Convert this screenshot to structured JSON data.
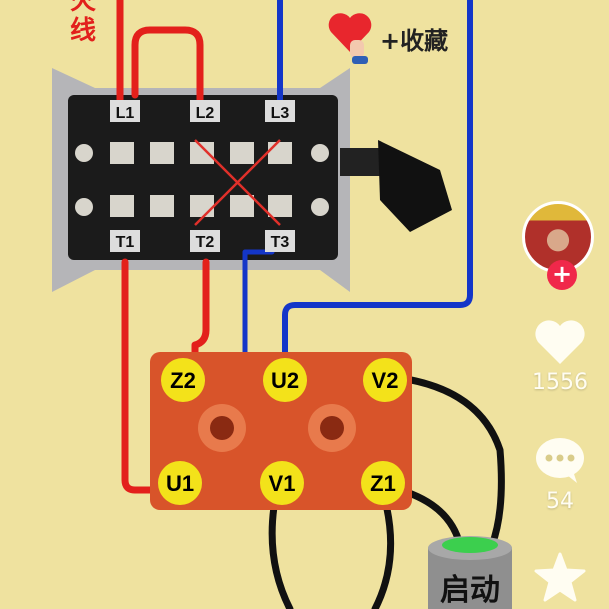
{
  "video_overlay": {
    "wire_label": "火线",
    "collect_prompt": "+收藏",
    "start_button_label": "启动"
  },
  "switch_terminals": {
    "top": [
      "L1",
      "L2",
      "L3"
    ],
    "bottom": [
      "T1",
      "T2",
      "T3"
    ]
  },
  "motor_terminals": {
    "top": [
      "Z2",
      "U2",
      "V2"
    ],
    "bottom": [
      "U1",
      "V1",
      "Z1"
    ]
  },
  "sidebar": {
    "follow_icon": "plus-icon",
    "likes": "1556",
    "comments": "54",
    "favorite_icon": "star-icon"
  },
  "colors": {
    "background": "#efe29f",
    "live_wire": "#e3201b",
    "blue_wire": "#1436c8",
    "terminal": "#f3e21a",
    "motor_box": "#d8542a",
    "follow": "#f0284a"
  }
}
